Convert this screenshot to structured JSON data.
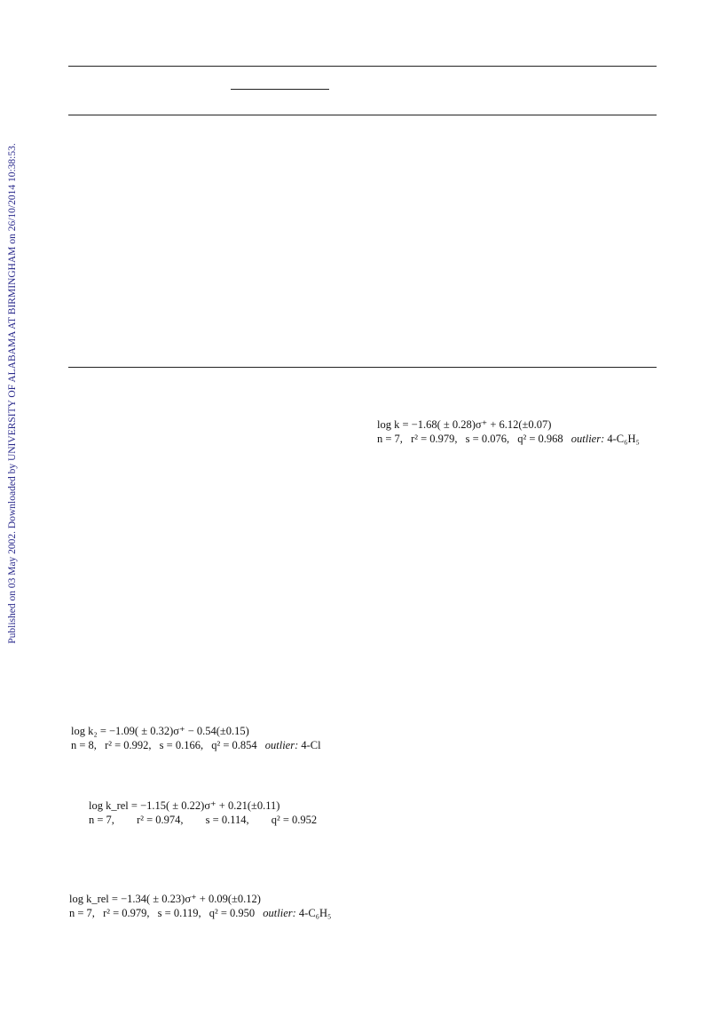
{
  "sidebar": {
    "text": "Published on 03 May 2002. Downloaded by UNIVERSITY OF ALABAMA AT BIRMINGHAM on 26/10/2014 10:38:53."
  },
  "equations": [
    {
      "lhs": "log k = −1.68( ± 0.28)σ⁺ + 6.12(±0.07)",
      "n": "n = 7,",
      "r2": "r² = 0.979,",
      "s": "s = 0.076,",
      "q2": "q² = 0.968",
      "outlier_label": "outlier:",
      "outlier_value": "4-C₆H₅"
    },
    {
      "lhs": "log k₂ = −1.09( ± 0.32)σ⁺ − 0.54(±0.15)",
      "n": "n = 8,",
      "r2": "r² = 0.992,",
      "s": "s = 0.166,",
      "q2": "q² = 0.854",
      "outlier_label": "outlier:",
      "outlier_value": "4-Cl"
    },
    {
      "lhs": "log k_rel = −1.15( ± 0.22)σ⁺ + 0.21(±0.11)",
      "n": "n = 7,",
      "r2": "r² = 0.974,",
      "s": "s = 0.114,",
      "q2": "q² = 0.952"
    },
    {
      "lhs": "log k_rel = −1.34( ± 0.23)σ⁺ + 0.09(±0.12)",
      "n": "n = 7,",
      "r2": "r² = 0.979,",
      "s": "s = 0.119,",
      "q2": "q² = 0.950",
      "outlier_label": "outlier:",
      "outlier_value": "4-C₆H₅"
    }
  ]
}
